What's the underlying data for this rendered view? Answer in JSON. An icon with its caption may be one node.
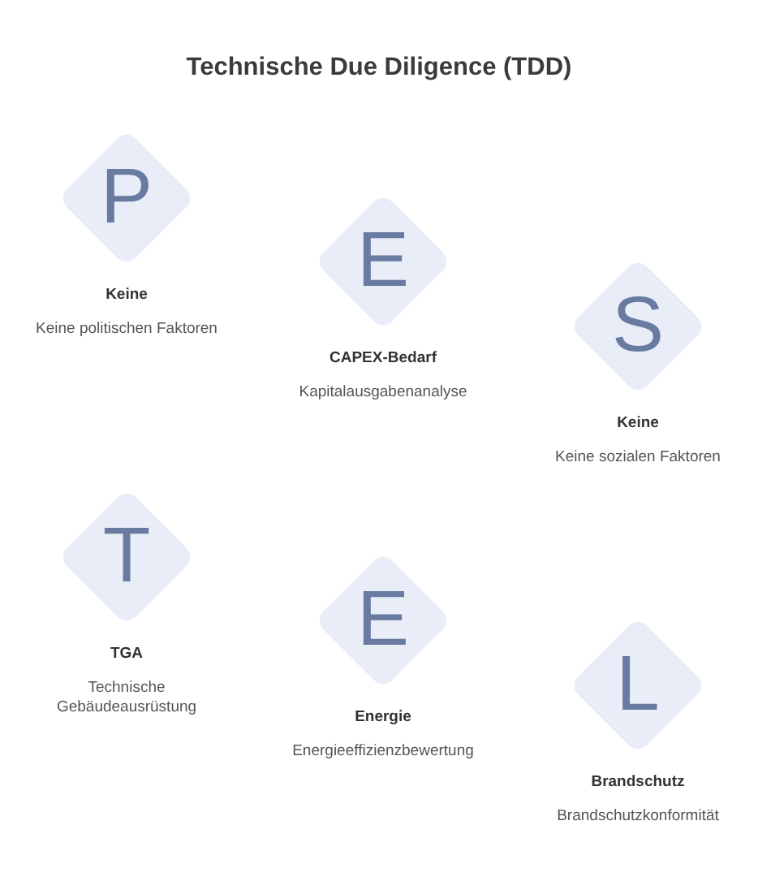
{
  "diagram": {
    "title": "Technische Due Diligence (TDD)",
    "nodes": [
      {
        "text": [
          "P",
          "Keine",
          "Keine politischen Faktoren"
        ]
      },
      {
        "text": [
          "E",
          "CAPEX-Bedarf",
          "Kapitalausgabenanalyse"
        ]
      },
      {
        "text": [
          "S",
          "Keine",
          "Keine sozialen Faktoren"
        ]
      },
      {
        "text": [
          "T",
          "TGA",
          "Technische Gebäudeausrüstung"
        ]
      },
      {
        "text": [
          "E",
          "Energie",
          "Energieeffizienzbewertung"
        ]
      },
      {
        "text": [
          "L",
          "Brandschutz",
          "Brandschutzkonformität"
        ]
      }
    ]
  }
}
